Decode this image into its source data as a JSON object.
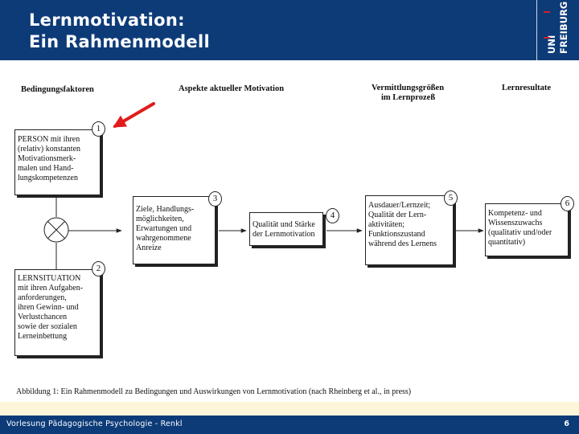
{
  "header": {
    "title_line1": "Lernmotivation:",
    "title_line2": "Ein Rahmenmodell",
    "logo": {
      "text_uni": "UNI",
      "text_freiburg": "FREIBURG"
    }
  },
  "diagram": {
    "column_headers": {
      "c1": "Bedingungsfaktoren",
      "c2": "Aspekte aktueller Motivation",
      "c3_line1": "Vermittlungsgrößen",
      "c3_line2": "im Lernprozeß",
      "c4": "Lernresultate"
    },
    "boxes": {
      "person": "PERSON mit ihren\n(relativ) konstanten\nMotivationsmerk-\nmalen und Hand-\nlungskompetenzen",
      "situation": "LERNSITUATION\nmit ihren Aufgaben-\nanforderungen,\nihren Gewinn- und\nVerlustchancen\nsowie der sozialen\nLerneinbettung",
      "ziele": "Ziele, Handlungs-\nmöglichkeiten,\nErwartungen und\nwahrgenommene\nAnreize",
      "qualitaet": "Qualität und Stärke\nder Lernmotivation",
      "ausdauer": "Ausdauer/Lernzeit;\nQualität der Lern-\naktivitäten;\nFunktionszustand\nwährend des Lernens",
      "kompetenz": "Kompetenz- und\nWissenszuwachs\n(qualitativ und/oder\nquantitativ)"
    },
    "badges": [
      "1",
      "2",
      "3",
      "4",
      "5",
      "6"
    ],
    "caption": "Abbildung 1: Ein Rahmenmodell zu Bedingungen und Auswirkungen von Lernmotivation (nach Rheinberg et al., in press)"
  },
  "footer": {
    "text": "Vorlesung Pädagogische Psychologie - Renkl",
    "page": "6"
  },
  "colors": {
    "header_bg": "#0d3b78",
    "strip_bg": "#fdf6d8",
    "arrow_red": "#e21b1b"
  }
}
